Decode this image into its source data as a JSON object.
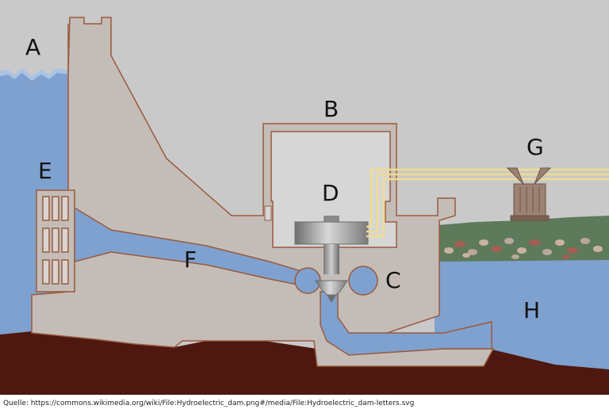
{
  "diagram": {
    "labels": {
      "A": "A",
      "B": "B",
      "C": "C",
      "D": "D",
      "E": "E",
      "F": "F",
      "G": "G",
      "H": "H"
    },
    "colors": {
      "sky": "#c9c9c9",
      "water": "#7ea1cf",
      "concrete": "#c4bdb7",
      "outline": "#9a5a3e",
      "ground": "#4e1810",
      "power_lines": "#f2dc8c",
      "grass": "#5d7a5a",
      "powerhouse_interior": "#d6d6d6"
    }
  },
  "caption": "Quelle: https://commons.wikimedia.org/wiki/File:Hydroelectric_dam.png#/media/File:Hydroelectric_dam-letters.svg"
}
